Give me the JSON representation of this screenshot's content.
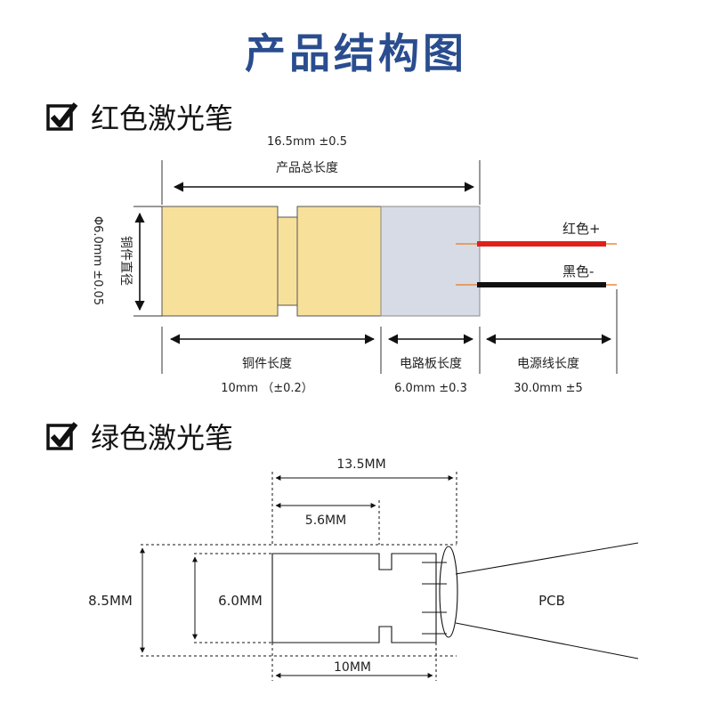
{
  "title": "产品结构图",
  "red": {
    "heading": "红色激光笔",
    "total_tol": "16.5mm ±0.5",
    "total_label": "产品总长度",
    "diameter_tol": "Φ6.0mm ±0.05",
    "diameter_label": "铜件直径",
    "wire_red": "红色+",
    "wire_black": "黑色-",
    "copper_label": "铜件长度",
    "copper_tol": "10mm （±0.2）",
    "pcb_label": "电路板长度",
    "pcb_tol": "6.0mm ±0.3",
    "cable_label": "电源线长度",
    "cable_tol": "30.0mm ±5"
  },
  "green": {
    "heading": "绿色激光笔",
    "dim_13_5": "13.5MM",
    "dim_5_6": "5.6MM",
    "dim_8_5": "8.5MM",
    "dim_6_0": "6.0MM",
    "dim_10": "10MM",
    "pcb": "PCB"
  },
  "colors": {
    "title": "#2a4d8f",
    "copper": "#f7e09a",
    "pcb_board": "#d7dbe6",
    "wire_red": "#e0201c",
    "wire_black": "#111111",
    "wire_tip": "#e88a3a"
  }
}
